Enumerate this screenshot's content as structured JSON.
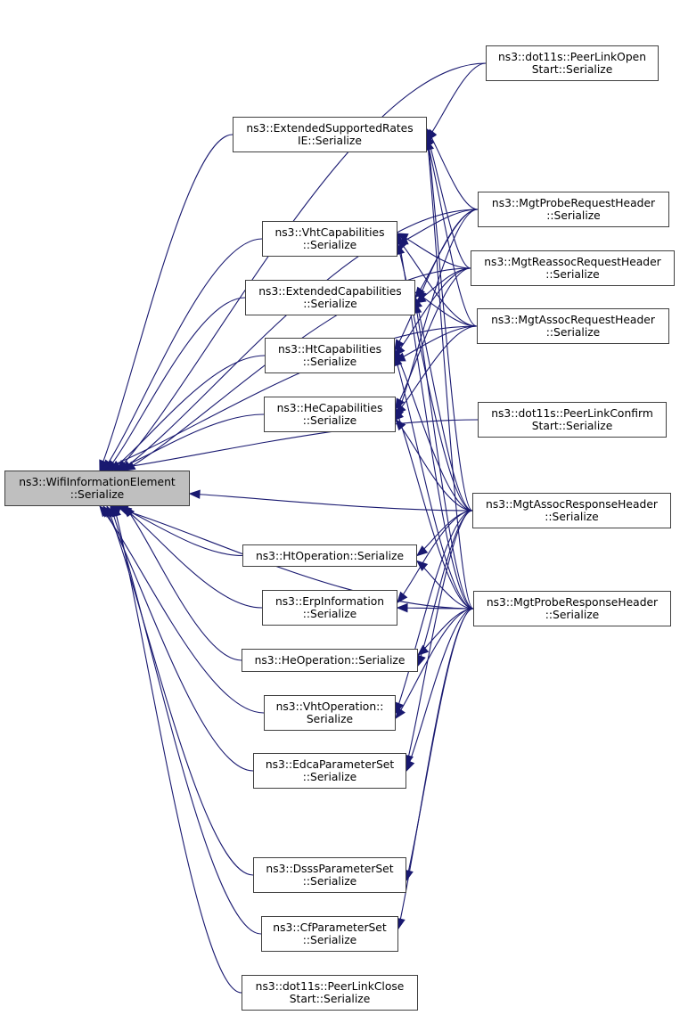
{
  "diagram": {
    "type": "doxygen-caller-graph",
    "edge_color": "#191970",
    "root_fill": "#bfbfbf",
    "root": {
      "id": "root",
      "lines": [
        "ns3::WifiInformationElement",
        "::Serialize"
      ]
    },
    "nodes": [
      {
        "id": "esr",
        "lines": [
          "ns3::ExtendedSupportedRates",
          "IE::Serialize"
        ]
      },
      {
        "id": "vhtc",
        "lines": [
          "ns3::VhtCapabilities",
          "::Serialize"
        ]
      },
      {
        "id": "extc",
        "lines": [
          "ns3::ExtendedCapabilities",
          "::Serialize"
        ]
      },
      {
        "id": "htc",
        "lines": [
          "ns3::HtCapabilities",
          "::Serialize"
        ]
      },
      {
        "id": "hec",
        "lines": [
          "ns3::HeCapabilities",
          "::Serialize"
        ]
      },
      {
        "id": "hto",
        "lines": [
          "ns3::HtOperation::Serialize"
        ]
      },
      {
        "id": "erp",
        "lines": [
          "ns3::ErpInformation",
          "::Serialize"
        ]
      },
      {
        "id": "heo",
        "lines": [
          "ns3::HeOperation::Serialize"
        ]
      },
      {
        "id": "vhto",
        "lines": [
          "ns3::VhtOperation::",
          "Serialize"
        ]
      },
      {
        "id": "edca",
        "lines": [
          "ns3::EdcaParameterSet",
          "::Serialize"
        ]
      },
      {
        "id": "dsss",
        "lines": [
          "ns3::DsssParameterSet",
          "::Serialize"
        ]
      },
      {
        "id": "cf",
        "lines": [
          "ns3::CfParameterSet",
          "::Serialize"
        ]
      },
      {
        "id": "plc",
        "lines": [
          "ns3::dot11s::PeerLinkClose",
          "Start::Serialize"
        ]
      },
      {
        "id": "plo",
        "lines": [
          "ns3::dot11s::PeerLinkOpen",
          "Start::Serialize"
        ]
      },
      {
        "id": "preq",
        "lines": [
          "ns3::MgtProbeRequestHeader",
          "::Serialize"
        ]
      },
      {
        "id": "rreq",
        "lines": [
          "ns3::MgtReassocRequestHeader",
          "::Serialize"
        ]
      },
      {
        "id": "areq",
        "lines": [
          "ns3::MgtAssocRequestHeader",
          "::Serialize"
        ]
      },
      {
        "id": "plcf",
        "lines": [
          "ns3::dot11s::PeerLinkConfirm",
          "Start::Serialize"
        ]
      },
      {
        "id": "aresp",
        "lines": [
          "ns3::MgtAssocResponseHeader",
          "::Serialize"
        ]
      },
      {
        "id": "presp",
        "lines": [
          "ns3::MgtProbeResponseHeader",
          "::Serialize"
        ]
      }
    ],
    "edges": [
      [
        "esr",
        "root"
      ],
      [
        "vhtc",
        "root"
      ],
      [
        "extc",
        "root"
      ],
      [
        "htc",
        "root"
      ],
      [
        "hec",
        "root"
      ],
      [
        "hto",
        "root"
      ],
      [
        "erp",
        "root"
      ],
      [
        "heo",
        "root"
      ],
      [
        "vhto",
        "root"
      ],
      [
        "edca",
        "root"
      ],
      [
        "dsss",
        "root"
      ],
      [
        "cf",
        "root"
      ],
      [
        "plc",
        "root"
      ],
      [
        "plo",
        "root"
      ],
      [
        "preq",
        "root"
      ],
      [
        "rreq",
        "root"
      ],
      [
        "areq",
        "root"
      ],
      [
        "plcf",
        "root"
      ],
      [
        "aresp",
        "root"
      ],
      [
        "presp",
        "root"
      ],
      [
        "plo",
        "esr"
      ],
      [
        "preq",
        "esr"
      ],
      [
        "rreq",
        "esr"
      ],
      [
        "areq",
        "esr"
      ],
      [
        "aresp",
        "esr"
      ],
      [
        "presp",
        "esr"
      ],
      [
        "preq",
        "vhtc"
      ],
      [
        "rreq",
        "vhtc"
      ],
      [
        "areq",
        "vhtc"
      ],
      [
        "aresp",
        "vhtc"
      ],
      [
        "presp",
        "vhtc"
      ],
      [
        "preq",
        "extc"
      ],
      [
        "rreq",
        "extc"
      ],
      [
        "areq",
        "extc"
      ],
      [
        "aresp",
        "extc"
      ],
      [
        "presp",
        "extc"
      ],
      [
        "preq",
        "htc"
      ],
      [
        "rreq",
        "htc"
      ],
      [
        "areq",
        "htc"
      ],
      [
        "aresp",
        "htc"
      ],
      [
        "presp",
        "htc"
      ],
      [
        "preq",
        "hec"
      ],
      [
        "rreq",
        "hec"
      ],
      [
        "areq",
        "hec"
      ],
      [
        "aresp",
        "hec"
      ],
      [
        "presp",
        "hec"
      ],
      [
        "aresp",
        "hto"
      ],
      [
        "presp",
        "hto"
      ],
      [
        "aresp",
        "erp"
      ],
      [
        "presp",
        "erp"
      ],
      [
        "aresp",
        "heo"
      ],
      [
        "presp",
        "heo"
      ],
      [
        "aresp",
        "vhto"
      ],
      [
        "presp",
        "vhto"
      ],
      [
        "aresp",
        "edca"
      ],
      [
        "presp",
        "edca"
      ],
      [
        "presp",
        "dsss"
      ],
      [
        "presp",
        "cf"
      ]
    ]
  }
}
